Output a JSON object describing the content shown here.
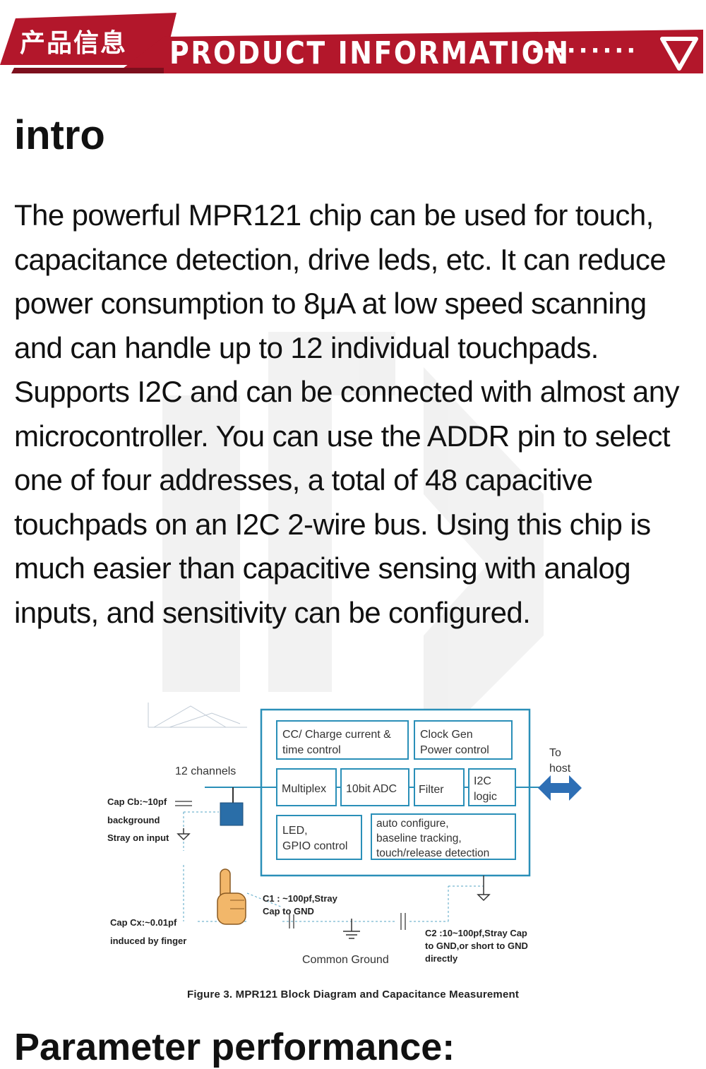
{
  "banner": {
    "title_cn": "产品信息",
    "title_en": "PRODUCT INFORMATION",
    "dots": "·········",
    "icon": "triangle-down-icon",
    "color": "#b3172b"
  },
  "intro": {
    "heading": "intro",
    "body": "The powerful MPR121 chip can be used for touch, capacitance detection, drive leds, etc. It can reduce power consumption to 8μA at low speed scanning and can handle up to 12 individual touchpads. Supports I2C and can be connected with almost any microcontroller. You can use the ADDR pin to select one of four addresses, a total of 48 capacitive touchpads on an I2C 2-wire bus. Using this chip is much easier than capacitive sensing with analog inputs, and sensitivity can be configured."
  },
  "figure": {
    "blocks": {
      "cc_line1": "CC/ Charge current &",
      "cc_line2": "time control",
      "clock_line1": "Clock  Gen",
      "clock_line2": "Power control",
      "multiplex": "Multiplex",
      "adc": "10bit ADC",
      "filter": "Filter",
      "i2c_line1": "I2C",
      "i2c_line2": "logic",
      "led_line1": "LED,",
      "led_line2": "GPIO control",
      "auto_line1": "auto configure,",
      "auto_line2": "baseline tracking,",
      "auto_line3": "touch/release detection"
    },
    "labels": {
      "to": "To",
      "host": "host",
      "channels": "12 channels",
      "capcb_line1": "Cap Cb:~10pf",
      "capcb_line2": "background",
      "capcb_line3": "Stray on input",
      "capcx_line1": "Cap Cx:~0.01pf",
      "capcx_line2": "induced by finger",
      "c1_line1": "C1 : ~100pf,Stray",
      "c1_line2": "Cap to GND",
      "c2_line1": "C2 :10~100pf,Stray Cap",
      "c2_line2": "to GND,or short to GND",
      "c2_line3": "directly",
      "ground": "Common Ground"
    },
    "caption": "Figure 3. MPR121 Block Diagram and Capacitance Measurement",
    "accent": "#2a8fb8",
    "arrow_color": "#2e6fb5"
  },
  "parameter": {
    "heading": "Parameter performance:"
  }
}
